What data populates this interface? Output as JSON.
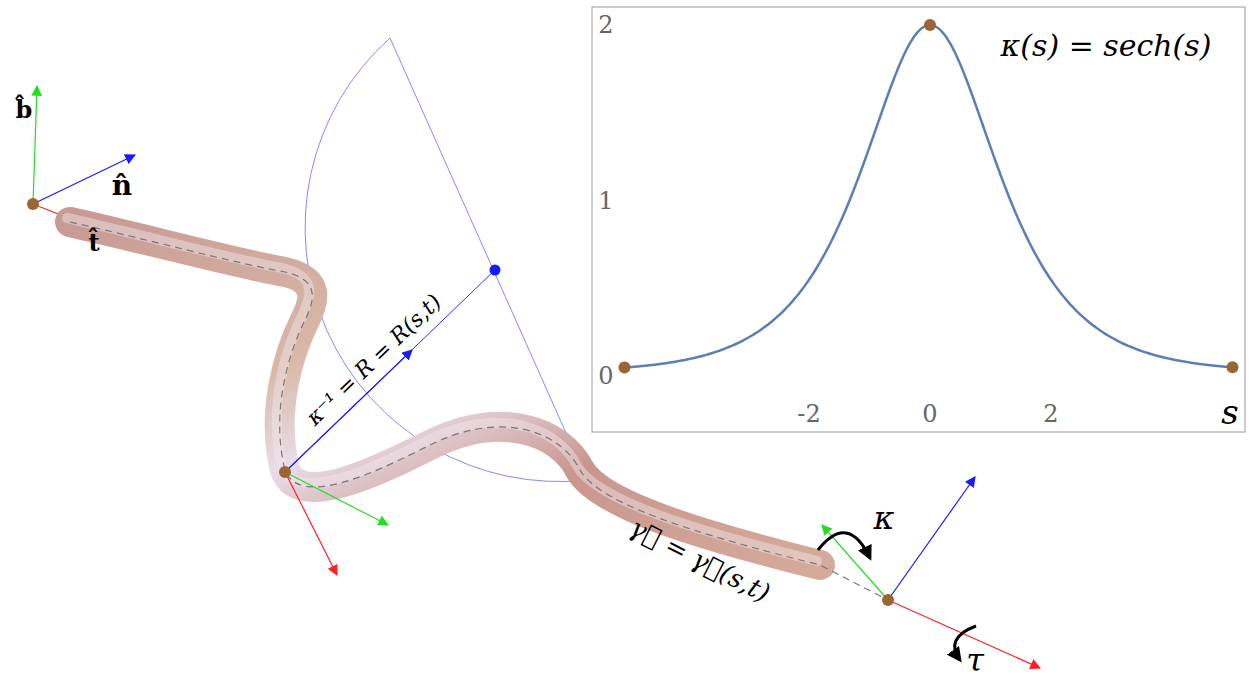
{
  "diagram": {
    "labels": [
      "b̂",
      "n̂",
      "t̂",
      "κ⁻¹ = R = R(s,t)",
      "γ⃗ = γ⃗(s,t)",
      "κ",
      "τ",
      "κ(s) = sech(s)",
      "2",
      "1",
      "0",
      "-2",
      "0",
      "2",
      "s"
    ]
  }
}
